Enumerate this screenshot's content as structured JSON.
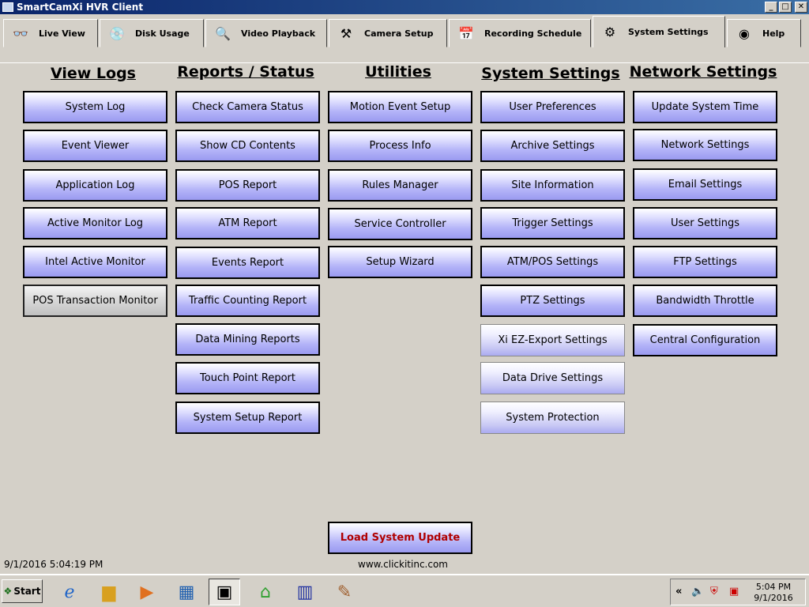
{
  "window": {
    "title": "SmartCamXi HVR Client",
    "controls": {
      "minimize": "_",
      "maximize": "□",
      "close": "✕"
    }
  },
  "tabs": [
    {
      "label": "Live View",
      "icon": "binoculars-icon"
    },
    {
      "label": "Disk Usage",
      "icon": "disk-icon"
    },
    {
      "label": "Video Playback",
      "icon": "magnifier-icon"
    },
    {
      "label": "Camera Setup",
      "icon": "tools-icon"
    },
    {
      "label": "Recording Schedule",
      "icon": "calendar-icon"
    },
    {
      "label": "System Settings",
      "icon": "settings-icon",
      "active": true
    },
    {
      "label": "Help",
      "icon": "help-icon"
    }
  ],
  "columns": [
    {
      "title": "View Logs",
      "buttons": [
        "System Log",
        "Event Viewer",
        "Application Log",
        "Active Monitor Log",
        "Intel Active Monitor",
        "POS Transaction Monitor"
      ]
    },
    {
      "title": "Reports / Status",
      "buttons": [
        "Check Camera Status",
        "Show CD Contents",
        "POS Report",
        "ATM Report",
        "Events Report",
        "Traffic Counting Report",
        "Data Mining Reports",
        "Touch Point Report",
        "System Setup Report"
      ]
    },
    {
      "title": "Utilities",
      "buttons": [
        "Motion Event Setup",
        "Process Info",
        "Rules Manager",
        "Service Controller",
        "Setup Wizard"
      ]
    },
    {
      "title": "System Settings",
      "buttons": [
        "User Preferences",
        "Archive Settings",
        "Site Information",
        "Trigger Settings",
        "ATM/POS Settings",
        "PTZ Settings",
        "Xi EZ-Export Settings",
        "Data Drive Settings",
        "System Protection"
      ]
    },
    {
      "title": "Network Settings",
      "buttons": [
        "Update System Time",
        "Network Settings",
        "Email Settings",
        "User Settings",
        "FTP Settings",
        "Bandwidth Throttle",
        "Central Configuration"
      ]
    }
  ],
  "load_update": "Load System Update",
  "status": {
    "timestamp": "9/1/2016 5:04:19 PM",
    "url": "www.clickitinc.com"
  },
  "taskbar": {
    "start": "Start",
    "clock_time": "5:04 PM",
    "clock_date": "9/1/2016",
    "tray_expand": "«"
  },
  "colors": {
    "title_bar": "#0a246a",
    "button_gradient_bottom": "#9a9af0",
    "update_text": "#b00000"
  }
}
